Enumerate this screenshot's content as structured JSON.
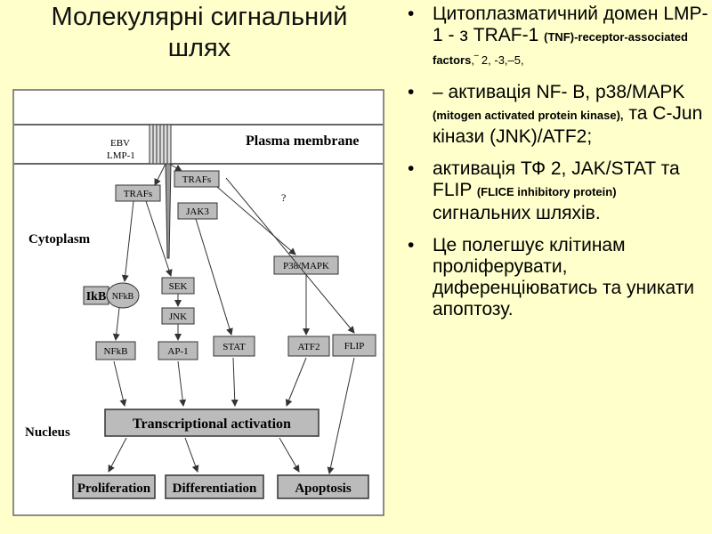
{
  "title_line1": "Молекулярні сигнальний",
  "title_line2": "шлях",
  "diagram": {
    "ebv": "EBV",
    "lmp1": "LMP-1",
    "plasma_membrane": "Plasma membrane",
    "cytoplasm": "Cytoplasm",
    "nucleus": "Nucleus",
    "trafs_top": "TRAFs",
    "trafs_left": "TRAFs",
    "jak3": "JAK3",
    "question": "?",
    "p38": "P38/MAPK",
    "ikb": "IkB",
    "nfkb_complex": "NFkB",
    "sek": "SEK",
    "jnk": "JNK",
    "nfkb": "NFkB",
    "ap1": "AP-1",
    "stat": "STAT",
    "atf2": "ATF2",
    "flip": "FLIP",
    "transcriptional": "Transcriptional activation",
    "proliferation": "Proliferation",
    "differentiation": "Differentiation",
    "apoptosis": "Apoptosis"
  },
  "bullets": {
    "b1_main": "Цитоплазматичний домен LMP-1 - з TRAF-1 ",
    "b1_small": "(TNF)-receptor-associated factors",
    "b1_tail": ",‾ 2, -3,–5,",
    "b2_main": " – активація NF- B, p38/MAPK ",
    "b2_small": "(mitogen activated protein kinase),",
    "b2_tail": " та C-Jun кінази (JNK)/ATF2;",
    "b3_main": "активація ТФ 2, JAK/STAT та FLIP ",
    "b3_small": "(FLICE inhibitory protein)",
    "b3_tail": " сигнальних шляхів.",
    "b4": "Це полегшує клітинам проліферувати, диференціюватись та уникати апоптозу."
  }
}
